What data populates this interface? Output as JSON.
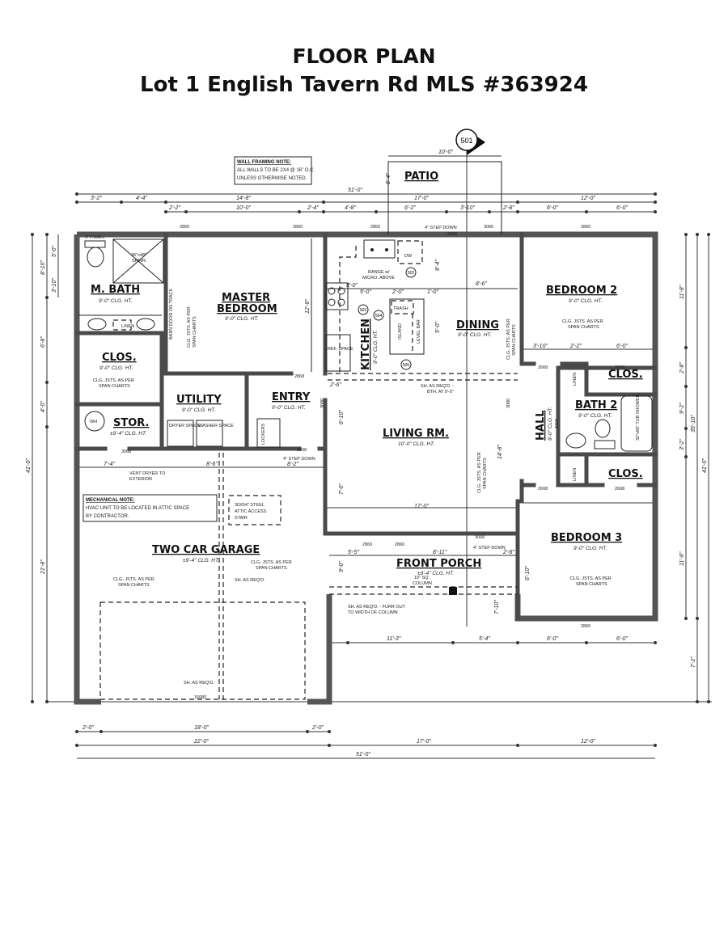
{
  "header": {
    "title": "FLOOR PLAN",
    "subtitle": "Lot 1 English Tavern Rd MLS #363924"
  },
  "rooms": {
    "m_bath": "M. BATH",
    "clos1": "CLOS.",
    "master1": "MASTER",
    "master2": "BEDROOM",
    "utility": "UTILITY",
    "entry": "ENTRY",
    "stor": "STOR.",
    "kitchen": "KITCHEN",
    "dining": "DINING",
    "living": "LIVING RM.",
    "bedroom2": "BEDROOM 2",
    "bath2": "BATH 2",
    "hall": "HALL",
    "clos2": "CLOS.",
    "clos3": "CLOS.",
    "bedroom3": "BEDROOM 3",
    "garage": "TWO CAR GARAGE",
    "porch": "FRONT PORCH",
    "patio": "PATIO"
  },
  "ceilings": {
    "h9": "9'-0\" CLG. HT.",
    "h10": "10'-0\" CLG. HT.",
    "h94": "±9'-4\" CLG. HT."
  },
  "notes": {
    "wall_head": "WALL FRAMING NOTE:",
    "wall_l1": "ALL WALLS TO BE 2X4 @ 16\" O.C.",
    "wall_l2": "UNLESS OTHERWISE NOTED.",
    "mech_head": "MECHANICAL NOTE:",
    "mech_l1": "HVAC UNIT TO BE LOCATED IN ATTIC SPACE",
    "mech_l2": "BY CONTRACTOR.",
    "attic_l1": "30X54\" STEEL",
    "attic_l2": "ATTIC ACCESS",
    "attic_l3": "STAIR",
    "span1": "CLG. JSTS. AS PER",
    "span2": "SPAN CHARTS",
    "step_down": "4\" STEP DOWN",
    "vent1": "VENT DRYER TO",
    "vent2": "EXTERIOR",
    "sh": "SH. AS REQ'D.",
    "sh_bth1": "SH. AS REQ'D. -",
    "sh_bth2": "BTH. AT 9'-0\"",
    "furr1": "SH. AS REQ'D. - FURR OUT",
    "furr2": "TO WIDTH OF COLUMN",
    "column1": "10\" SQ.",
    "column2": "COLUMN",
    "range1": "RANGE w/",
    "range2": "MICRO. ABOVE",
    "shower1": "36\"x48\"",
    "shower2": "SHWR.",
    "tub": "32\"x60\" TUB SHOWER",
    "barn": "BARN DOOR ON TRACK",
    "pwall": "3' P.WALL"
  },
  "fixtures": {
    "wh": "WH",
    "dryer": "DRYER SPACE",
    "washer": "WASHER SPACE",
    "lockers": "LOCKERS",
    "linen": "LINEN",
    "ref": "REF. SPACE",
    "trash": "TRASH",
    "island": "ISLAND",
    "dw": "DW",
    "level_bar": "LEVEL BAR"
  },
  "markers": {
    "section": "501",
    "m502": "502",
    "m503": "503",
    "m504": "504",
    "m505": "505"
  },
  "dimensions": {
    "top": [
      "51'-0\"",
      "3'-2\"",
      "4'-4\"",
      "14'-8\"",
      "17'-0\"",
      "12'-0\"",
      "2'-2\"",
      "10'-0\"",
      "2'-4\"",
      "4'-8\"",
      "6'-2\"",
      "3'-10\"",
      "2'-8\"",
      "6'-0\"",
      "6'-0\""
    ],
    "patio": [
      "10'-0\"",
      "6'-4\""
    ],
    "bottom": [
      "2'-0\"",
      "18'-0\"",
      "2'-0\"",
      "22'-0\"",
      "17'-0\"",
      "12'-0\"",
      "51'-0\"",
      "11'-3\"",
      "5'-4\"",
      "6'-0\"",
      "6'-0\""
    ],
    "left": [
      "41'-0\"",
      "8'-10\"",
      "6'-8\"",
      "4'-0\"",
      "21'-8\"",
      "5'-0\"",
      "3'-10\""
    ],
    "right": [
      "41'-0\"",
      "35'-10\"",
      "11'-8\"",
      "2'-8\"",
      "9'-2\"",
      "3'-2\"",
      "11'-8\"",
      "7'-2\""
    ],
    "interior": [
      "12'-8\"",
      "8'-0\"",
      "5'-0\"",
      "2'-0\"",
      "1'-0\"",
      "8'-6\"",
      "8'-4\"",
      "5'-0\"",
      "2'-6\"",
      "6'-10\"",
      "7'-0\"",
      "17'-0\"",
      "5'-5\"",
      "8'-11\"",
      "2'-8\"",
      "9'-0\"",
      "14'-8\"",
      "3'-10\"",
      "2'-2\"",
      "6'-0\"",
      "6'-10\"",
      "7'-10\"",
      "7'-4\"",
      "8'-6\"",
      "8'-2\""
    ]
  },
  "openings": {
    "w2860": "2860",
    "w2850": "2850",
    "w3060": "3060",
    "d3068": "3068",
    "d2868": "2868",
    "d2668": "2668",
    "d3080": "3080",
    "d2468": "2468",
    "garage_door": "16080",
    "d5068": "5068"
  }
}
